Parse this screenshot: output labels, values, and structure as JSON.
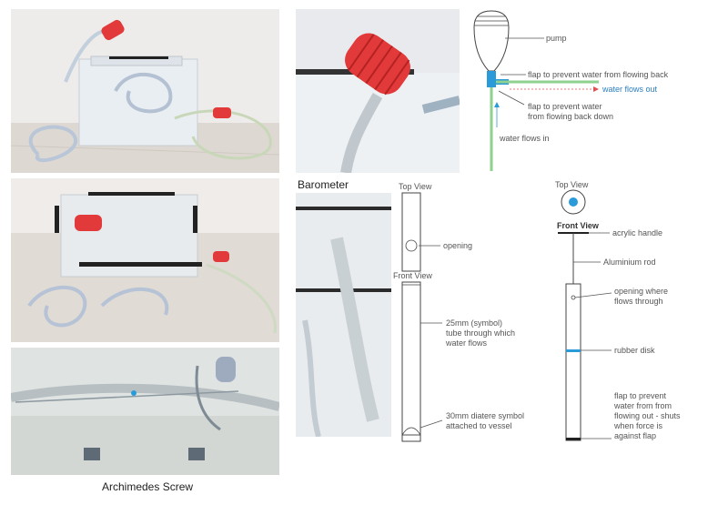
{
  "captions": {
    "archimedes": "Archimedes Screw",
    "barometer": "Barometer"
  },
  "pump_diagram": {
    "pump": "pump",
    "flap_back": "flap to prevent water from flowing back",
    "flows_out": "water flows out",
    "flap_down": "flap to prevent water\nfrom flowing back down",
    "flows_in": "water flows in"
  },
  "barometer_diagram": {
    "top_view": "Top View",
    "opening": "opening",
    "front_view": "Front View",
    "tube": "25mm (symbol)\ntube through which\nwater flows",
    "diameter": "30mm diatere symbol\nattached to vessel"
  },
  "rod_diagram": {
    "top_view": "Top View",
    "front_view": "Front View",
    "handle": "acrylic handle",
    "rod": "Aluminium rod",
    "opening": "opening where\nflows through",
    "disk": "rubber disk",
    "flap": "flap to prevent\nwater from from\nflowing out - shuts\nwhen force is\nagainst flap"
  },
  "colors": {
    "accent_blue": "#2a9bd8",
    "water_green": "#8fd18f",
    "pump_red": "#e23a3a",
    "arrow_red": "#e05050"
  }
}
